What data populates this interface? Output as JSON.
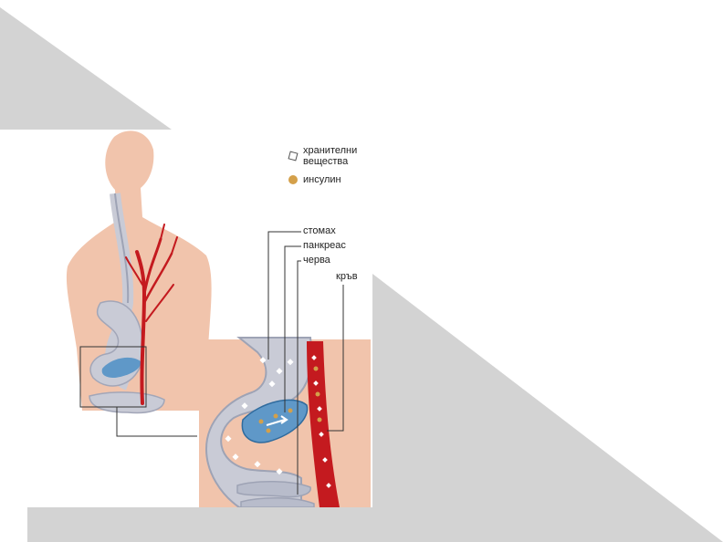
{
  "legend": {
    "nutrients_line1": "хранителни",
    "nutrients_line2": "вещества",
    "insulin": "инсулин"
  },
  "labels": {
    "stomach": "стомах",
    "pancreas": "панкреас",
    "intestines": "черва",
    "blood": "кръв"
  },
  "colors": {
    "background_triangles": "#d3d3d3",
    "skin": "#f1c4ac",
    "stomach": "#c9cbd6",
    "pancreas": "#5f98c8",
    "blood": "#c41a1f",
    "insulin": "#d4a04a"
  }
}
